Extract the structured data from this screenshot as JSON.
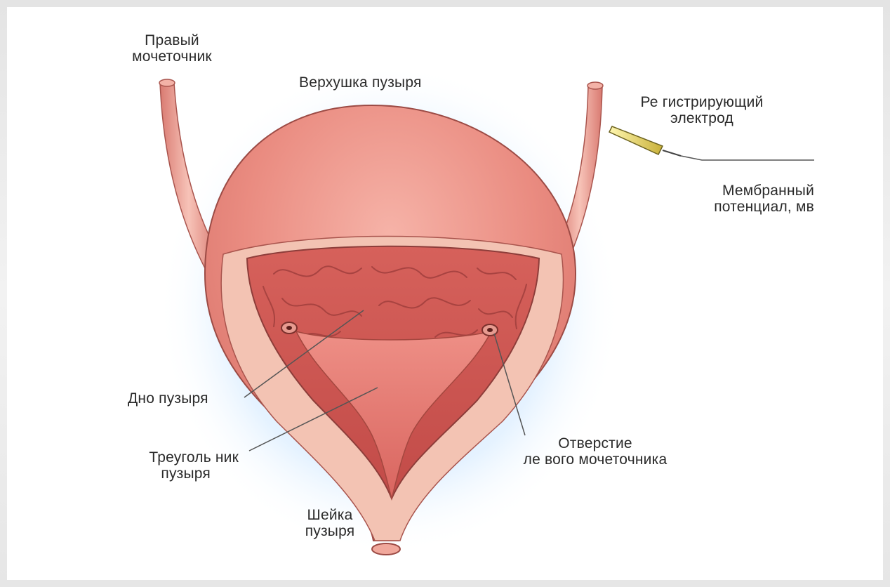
{
  "labels": {
    "right_ureter": [
      "Правый",
      "мочеточник"
    ],
    "apex": "Верхушка пузыря",
    "electrode": [
      "Ре гистрирующий",
      "электрод"
    ],
    "membrane_potential": [
      "Мембранный",
      "потенциал, мв"
    ],
    "fundus": "Дно пузыря",
    "trigone": [
      "Треуголь ник",
      "пузыря"
    ],
    "neck": [
      "Шейка",
      "пузыря"
    ],
    "left_ureter_orifice": [
      "Отверстие",
      "ле вого мочеточника"
    ]
  },
  "colors": {
    "bladder_outer": "#e98a80",
    "bladder_inner": "#cf5a55",
    "trigone": "#e0726c",
    "glow": "#bfe0ff",
    "leader_line": "#555555",
    "electrode": "#d9c74a"
  }
}
